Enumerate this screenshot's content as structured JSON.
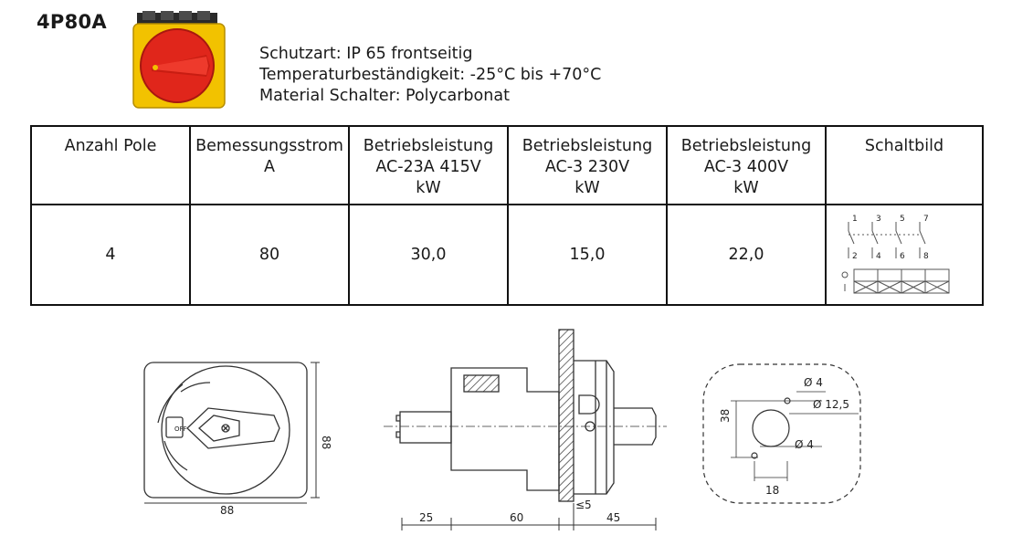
{
  "model": "4P80A",
  "specs": [
    "Schutzart: IP 65 frontseitig",
    "Temperaturbeständigkeit: -25°C bis +70°C",
    "Material Schalter: Polycarbonat"
  ],
  "table": {
    "headers": [
      [
        "Anzahl Pole"
      ],
      [
        "Bemessungsstrom",
        "A"
      ],
      [
        "Betriebsleistung",
        "AC-23A 415V",
        "kW"
      ],
      [
        "Betriebsleistung",
        "AC-3 230V",
        "kW"
      ],
      [
        "Betriebsleistung",
        "AC-3 400V",
        "kW"
      ],
      [
        "Schaltbild"
      ]
    ],
    "row": [
      "4",
      "80",
      "30,0",
      "15,0",
      "22,0"
    ]
  },
  "schaltbild": {
    "top_terminals": [
      "1",
      "3",
      "5",
      "7"
    ],
    "bottom_terminals": [
      "2",
      "4",
      "6",
      "8"
    ],
    "positions": [
      "O",
      "I"
    ]
  },
  "front_view": {
    "width_dim": "88",
    "height_dim": "88",
    "off_label": "OFF"
  },
  "side_view": {
    "dims": [
      "25",
      "60",
      "≤5",
      "45"
    ]
  },
  "drilling": {
    "hole_small_top": "Ø 4",
    "hole_center": "Ø 12,5",
    "hole_small_bottom": "Ø 4",
    "vertical_dim": "38",
    "horizontal_dim": "18"
  },
  "colors": {
    "switch_red": "#e0261b",
    "switch_yellow": "#f2c200",
    "panel_hatch": "#333333"
  }
}
